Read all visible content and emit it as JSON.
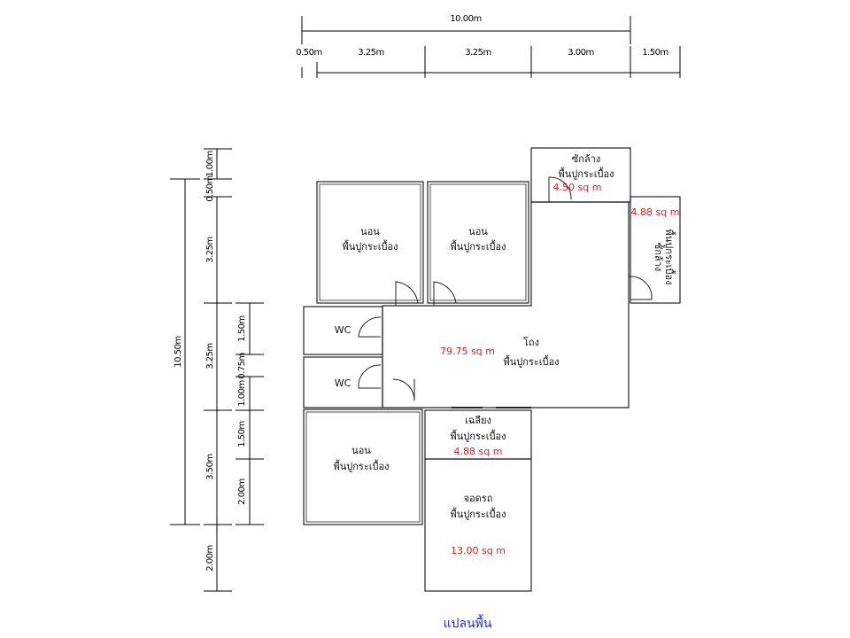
{
  "colors": {
    "room": "#e8eef8",
    "laundry": "#fafadf",
    "terrace": "#fce9f5",
    "carport": "#f3f6e6",
    "area_text": "#e02020",
    "title": "#2030d0"
  },
  "dims_top": {
    "total": "10.00m",
    "segments": [
      "0.50m",
      "3.25m",
      "3.25m",
      "3.00m",
      "1.50m"
    ]
  },
  "dims_left": {
    "total": "10.50m",
    "col1": [
      "1.00m",
      "0.50m",
      "3.25m",
      "3.25m",
      "3.50m",
      "2.00m"
    ],
    "col2": [
      "1.50m",
      "0.75m",
      "1.00m",
      "1.50m",
      "2.00m"
    ]
  },
  "rooms": {
    "bed1": {
      "name": "นอน",
      "floor": "พื้นปูกระเบื้อง"
    },
    "bed2": {
      "name": "นอน",
      "floor": "พื้นปูกระเบื้อง"
    },
    "bed3": {
      "name": "นอน",
      "floor": "พื้นปูกระเบื้อง"
    },
    "wc1": {
      "name": "WC"
    },
    "wc2": {
      "name": "WC"
    },
    "hall": {
      "name": "โถง",
      "floor": "พื้นปูกระเบื้อง",
      "area": "79.75 sq m"
    },
    "laundry1": {
      "name": "ซักล้าง",
      "floor": "พื้นปูกระเบื้อง",
      "area": "4.50 sq m"
    },
    "laundry2": {
      "name": "ซักล้าง",
      "floor": "พื้นปูกระเบื้อง",
      "area": "4.88 sq m"
    },
    "terrace": {
      "name": "เฉลียง",
      "floor": "พื้นปูกระเบื้อง",
      "area": "4.88 sq m"
    },
    "carport": {
      "name": "จอดรถ",
      "floor": "พื้นปูกระเบื้อง",
      "area": "13.00 sq m"
    }
  },
  "title": "แปลนพื้น"
}
